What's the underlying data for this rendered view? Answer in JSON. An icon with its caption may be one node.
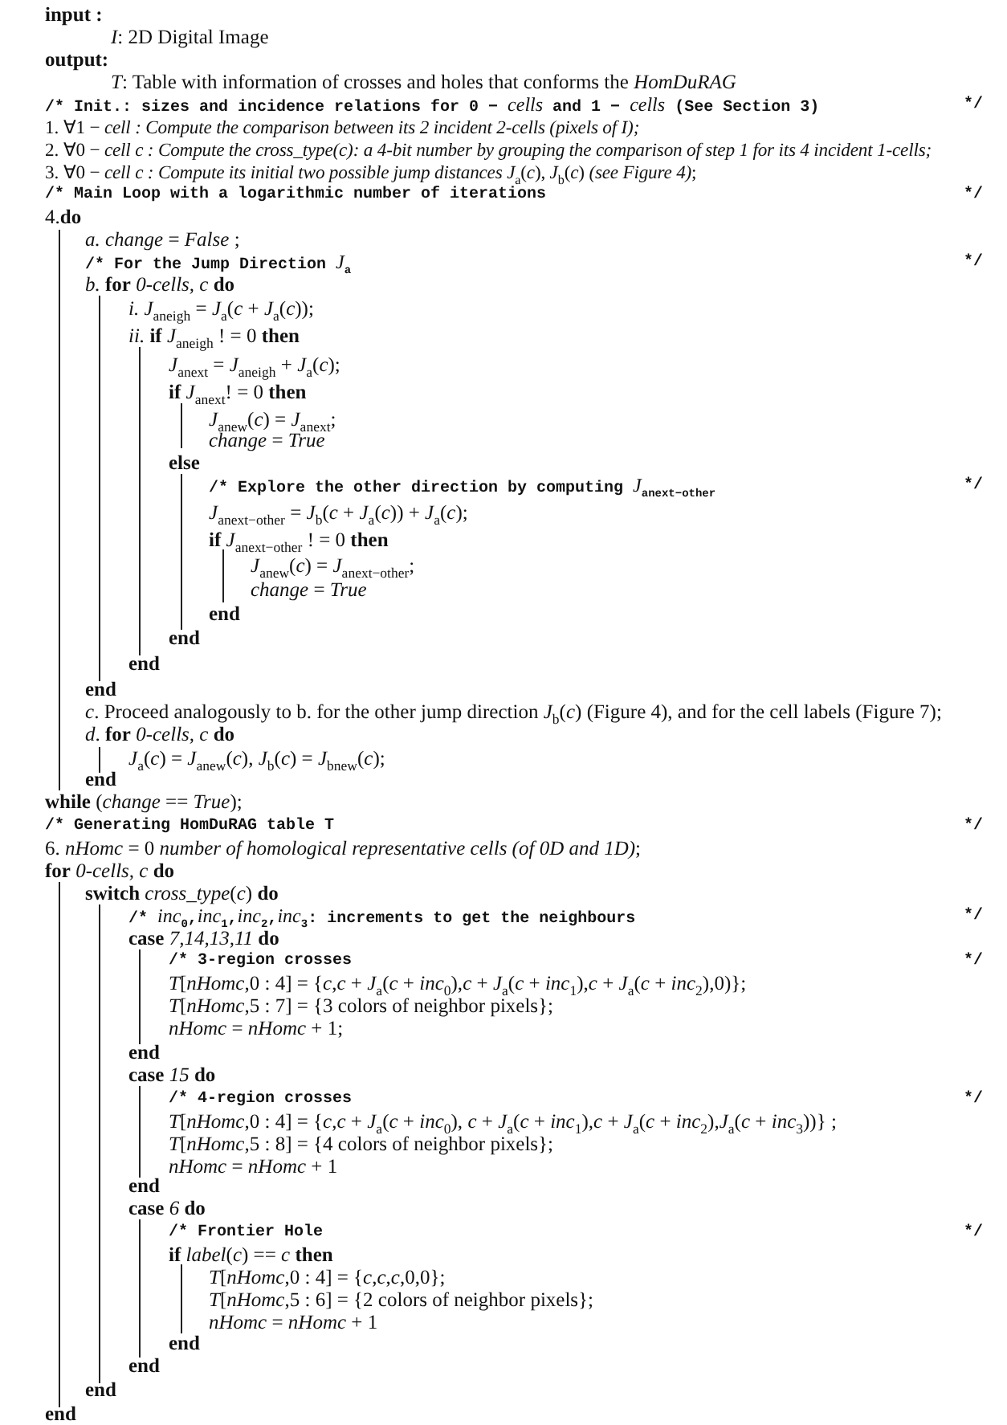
{
  "diagram": {
    "labels": [
      "input :",
      "*I*: 2D Digital Image",
      "output:",
      "*T*: Table with information of crosses and holes that conforms the *HomDuRAG*",
      "/* Init.:  sizes and incidence relations for 0 − *cells* and 1 − *cells* (See Section 3)",
      "*/",
      "1. ∀1 − *cell : Compute the comparison between its 2 incident 2-cells (pixels of I);*",
      "2. ∀0 − *cell c : Compute the cross_type(c): a 4-bit number by grouping the comparison of step 1 for its 4 incident 1-cells;*",
      "3. ∀0 − *cell c : Compute its initial two possible jump distances J*$_{a}$(*c*), *J*$_{b}$(*c*) *(see Figure 4)*;",
      "/* Main Loop with a logarithmic number of iterations",
      "*/",
      "4.**do**",
      "*a. change* = *False* ;",
      "/* For the Jump Direction *J*$_{a}$",
      "*/",
      "*b.* **for** *0-cells, c* **do**",
      "*i. J*$_{a}$$_{neigh}$ = *J*$_{a}$(*c* + *J*$_{a}$(*c*));",
      "*ii.* **if** *J*$_{a}$$_{neigh}$ ! = 0 **then**",
      "*J*$_{a}$$_{next}$ = *J*$_{a}$$_{neigh}$ + *J*$_{a}$(*c*);",
      "**if** *J*$_{a}$$_{next}$! = 0 **then**",
      "*J*$_{a}$$_{new}$(*c*) = *J*$_{a}$$_{next}$;",
      "*change* = *True*",
      "else",
      "/* Explore the other direction by computing *J*$_{a}$$_{next−other}$",
      "*/",
      "*J*$_{a}$$_{next−other}$ = *J*$_{b}$(*c* + *J*$_{a}$(*c*)) + *J*$_{a}$(*c*);",
      "**if** *J*$_{a}$$_{next−other}$ ! = 0 **then**",
      "*J*$_{a}$$_{new}$(*c*) = *J*$_{a}$$_{next−other}$;",
      "*change* = *True*",
      "end",
      "end",
      "end",
      "end",
      "*c*. Proceed analogously to b. for the other jump direction *J*$_{b}$(*c*) (Figure 4), and for the cell labels (Figure 7);",
      "*d*. **for** *0-cells, c* **do**",
      "*J*$_{a}$(*c*) = *J*$_{a}$$_{new}$(*c*), *J*$_{b}$(*c*) = *J*$_{b}$$_{new}$(*c*);",
      "end",
      "**while** (*change* == *True*);",
      "/* Generating HomDuRAG table T",
      "*/",
      "6. *nHomc* = 0 *number of homological representative cells (of 0D and 1D)*;",
      "**for** *0-cells, c* **do**",
      "**switch** *cross_type*(*c*) **do**",
      "/* *inc*$_{0}$,*inc*$_{1}$,*inc*$_{2}$,*inc*$_{3}$:  increments to get the neighbours",
      "*/",
      "**case** *7,14,13,11* **do**",
      "/* 3-region crosses",
      "*/",
      "*T*[*nHomc*,0 : 4] = {*c*,*c* + *J*$_{a}$(*c* + *inc*$_{0}$),*c* + *J*$_{a}$(*c* + *inc*$_{1}$),*c* + *J*$_{a}$(*c* + *inc*$_{2}$),0)};",
      "*T*[*nHomc*,5 : 7] = {3 colors of neighbor pixels};",
      "*nHomc* = *nHomc* + 1;",
      "end",
      "**case** *15* **do**",
      "/* 4-region crosses",
      "*/",
      "*T*[*nHomc*,0 : 4] = {*c*,*c* + *J*$_{a}$(*c* + *inc*$_{0}$), *c* + *J*$_{a}$(*c* + *inc*$_{1}$),*c* + *J*$_{a}$(*c* + *inc*$_{2}$),*J*$_{a}$(*c* + *inc*$_{3}$))} ;",
      "*T*[*nHomc*,5 : 8] = {4 colors of neighbor pixels};",
      "*nHomc* = *nHomc* + 1",
      "end",
      "**case** *6* **do**",
      "/* Frontier Hole",
      "*/",
      "**if** *label*(*c*)  == *c* **then**",
      "*T*[*nHomc*,0 : 4] = {*c*,*c*,*c*,0,0};",
      "*T*[*nHomc*,5 : 6] = {2 colors of neighbor pixels};",
      "*nHomc* = *nHomc* + 1",
      "end",
      "end",
      "end",
      "end"
    ]
  }
}
